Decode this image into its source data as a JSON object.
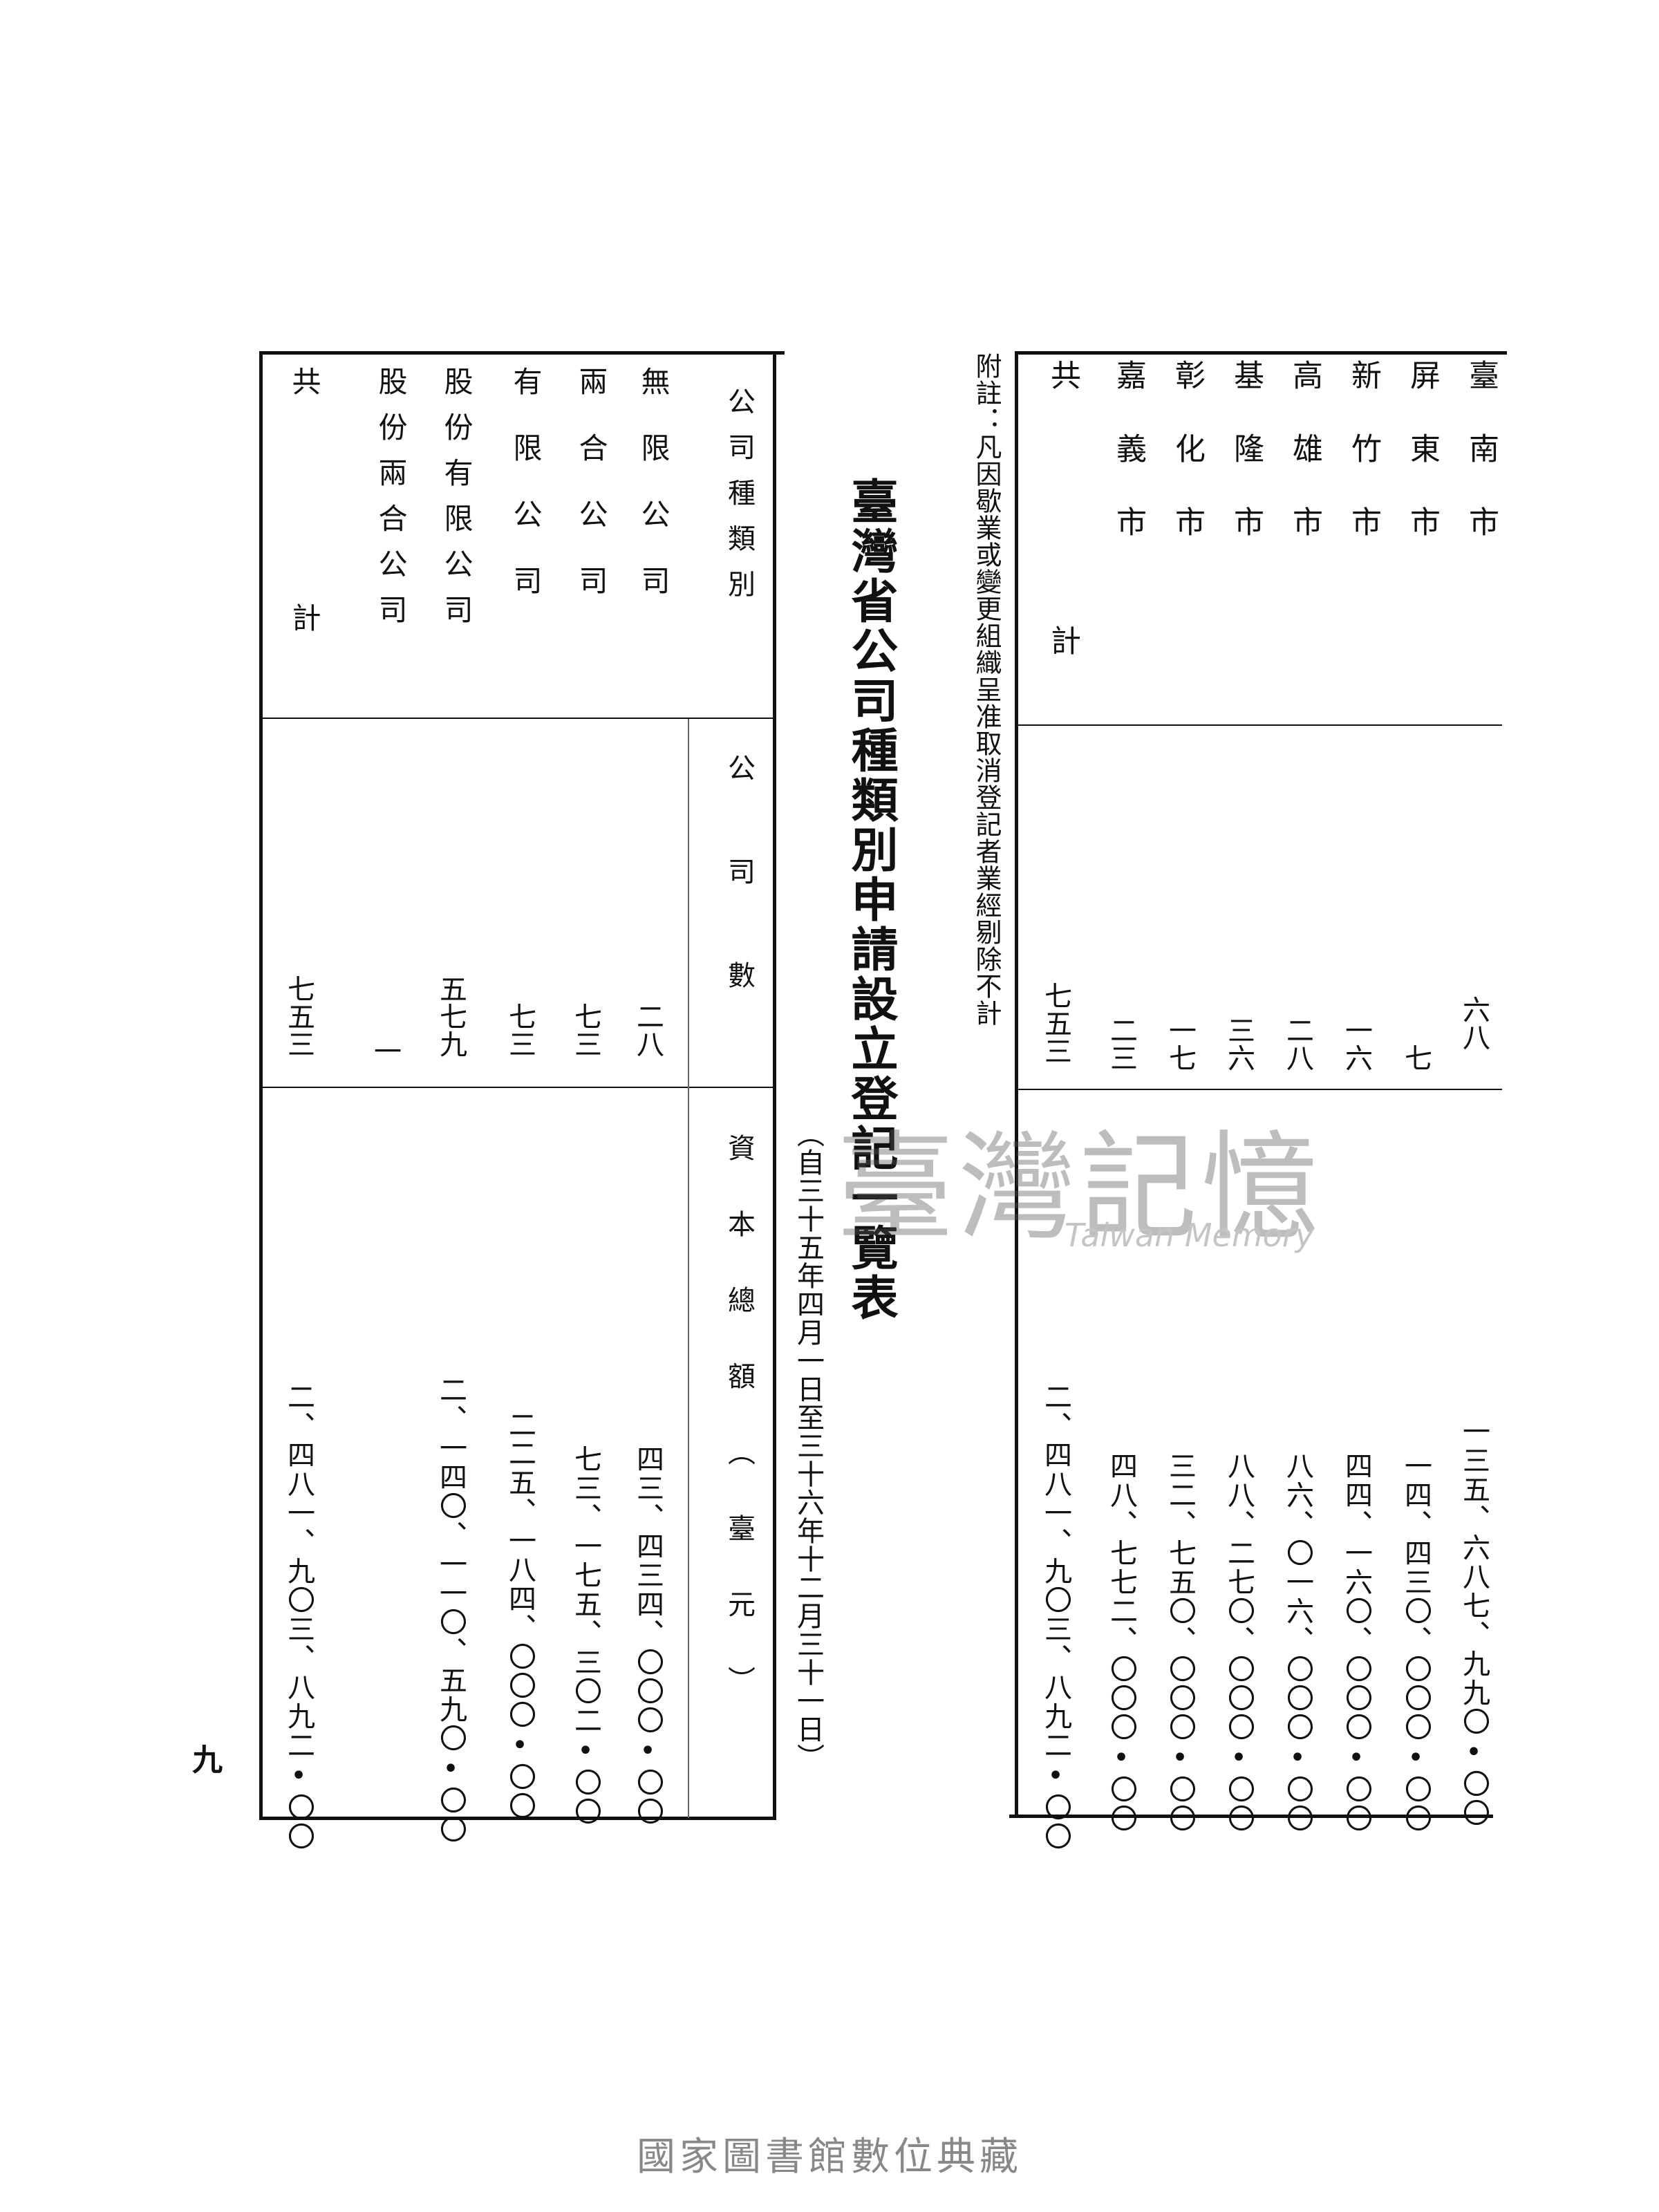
{
  "city_table": {
    "rows": [
      {
        "name": "臺南市",
        "count": "六八",
        "capital": "一三五、六八七、九九〇•〇〇"
      },
      {
        "name": "屏東市",
        "count": "七",
        "capital": "一四、四三〇、〇〇〇•〇〇"
      },
      {
        "name": "新竹市",
        "count": "一六",
        "capital": "四四、一六〇、〇〇〇•〇〇"
      },
      {
        "name": "高雄市",
        "count": "二八",
        "capital": "八六、〇一六、〇〇〇•〇〇"
      },
      {
        "name": "基隆市",
        "count": "三六",
        "capital": "八八、二七〇、〇〇〇•〇〇"
      },
      {
        "name": "彰化市",
        "count": "一七",
        "capital": "三二、七五〇、〇〇〇•〇〇"
      },
      {
        "name": "嘉義市",
        "count": "二三",
        "capital": "四八、七七二、〇〇〇•〇〇"
      }
    ],
    "total": {
      "name": "共計",
      "count": "七五三",
      "capital": "二、四八一、九〇三、八九二•〇〇"
    }
  },
  "note": "附註：凡因歇業或變更組織呈准取消登記者業經剔除不計",
  "title": "臺灣省公司種類別申請設立登記一覽表",
  "subtitle": "（自三十五年四月一日至三十六年十二月三十一日）",
  "type_table": {
    "headers": {
      "type": "公司種類別",
      "count": "公司數",
      "capital": "資本總額（臺元）"
    },
    "rows": [
      {
        "name": "無限公司",
        "count": "二八",
        "capital": "四三、四三四、〇〇〇•〇〇"
      },
      {
        "name": "兩合公司",
        "count": "七三",
        "capital": "七三、一七五、三〇二•〇〇"
      },
      {
        "name": "有限公司",
        "count": "七三",
        "capital": "二二五、一八四、〇〇〇•〇〇"
      },
      {
        "name": "股份有限公司",
        "count": "五七九",
        "capital": "二、一四〇、一一〇、五九〇•〇〇"
      },
      {
        "name": "股份兩合公司",
        "count": "一",
        "capital": ""
      }
    ],
    "total": {
      "name": "共計",
      "count": "七五三",
      "capital": "二、四八一、九〇三、八九二•〇〇"
    }
  },
  "page_number": "九",
  "watermark": {
    "cn": "臺灣記憶",
    "en": "Taiwan Memory"
  },
  "footer": "國家圖書館數位典藏"
}
